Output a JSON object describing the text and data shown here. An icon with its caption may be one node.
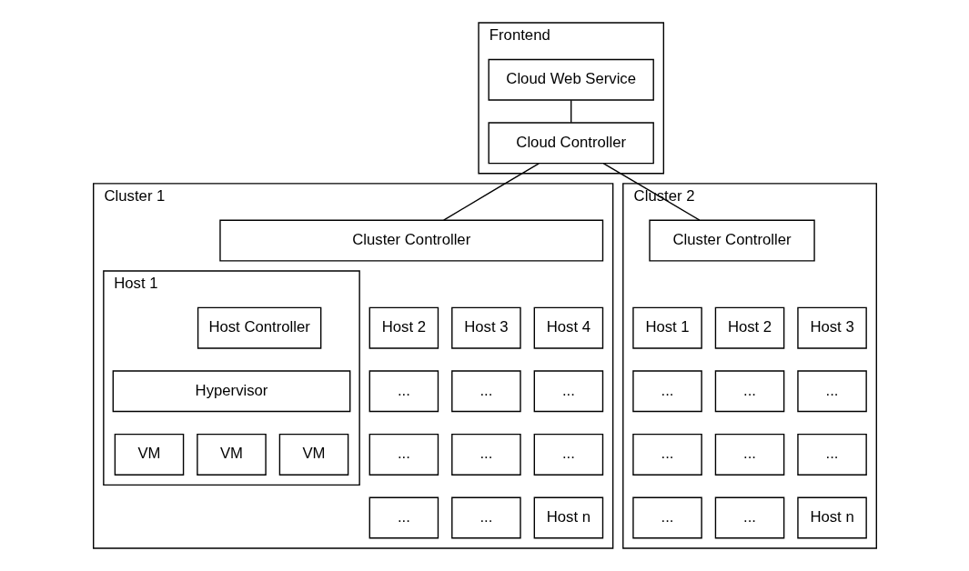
{
  "diagram": {
    "nodes": [
      {
        "text": [
          "Frontend"
        ]
      },
      {
        "text": [
          "Cloud Web Service"
        ],
        "in": 0
      },
      {
        "text": [
          "Cloud Controller"
        ],
        "in": 0
      },
      {
        "text": [
          "Cluster 1"
        ]
      },
      {
        "text": [
          "Cluster Controller"
        ],
        "in": 3
      },
      {
        "text": [
          "Host 1"
        ],
        "in": 3
      },
      {
        "text": [
          "Host Controller"
        ],
        "in": 5
      },
      {
        "text": [
          "Hypervisor"
        ],
        "in": 5
      },
      {
        "text": [
          "VM"
        ],
        "in": 5
      },
      {
        "text": [
          "VM"
        ],
        "in": 5
      },
      {
        "text": [
          "VM"
        ],
        "in": 5
      },
      {
        "text": [
          "Host 2"
        ],
        "in": 3
      },
      {
        "text": [
          "Host 3"
        ],
        "in": 3
      },
      {
        "text": [
          "Host 4"
        ],
        "in": 3
      },
      {
        "text": [
          "..."
        ],
        "in": 3
      },
      {
        "text": [
          "..."
        ],
        "in": 3
      },
      {
        "text": [
          "..."
        ],
        "in": 3
      },
      {
        "text": [
          "..."
        ],
        "in": 3
      },
      {
        "text": [
          "..."
        ],
        "in": 3
      },
      {
        "text": [
          "..."
        ],
        "in": 3
      },
      {
        "text": [
          "..."
        ],
        "in": 3
      },
      {
        "text": [
          "..."
        ],
        "in": 3
      },
      {
        "text": [
          "Host n"
        ],
        "in": 3
      },
      {
        "text": [
          "Cluster 2"
        ]
      },
      {
        "text": [
          "Cluster Controller"
        ],
        "in": 23
      },
      {
        "text": [
          "Host 1"
        ],
        "in": 23
      },
      {
        "text": [
          "Host 2"
        ],
        "in": 23
      },
      {
        "text": [
          "Host 3"
        ],
        "in": 23
      },
      {
        "text": [
          "..."
        ],
        "in": 23
      },
      {
        "text": [
          "..."
        ],
        "in": 23
      },
      {
        "text": [
          "..."
        ],
        "in": 23
      },
      {
        "text": [
          "..."
        ],
        "in": 23
      },
      {
        "text": [
          "..."
        ],
        "in": 23
      },
      {
        "text": [
          "..."
        ],
        "in": 23
      },
      {
        "text": [
          "..."
        ],
        "in": 23
      },
      {
        "text": [
          "..."
        ],
        "in": 23
      },
      {
        "text": [
          "Host n"
        ],
        "in": 23
      }
    ],
    "edges": [
      {
        "from": 1,
        "to": 2,
        "arrow": "none"
      },
      {
        "from": 2,
        "to": 4,
        "arrow": "none"
      },
      {
        "from": 2,
        "to": 24,
        "arrow": "none"
      }
    ]
  }
}
